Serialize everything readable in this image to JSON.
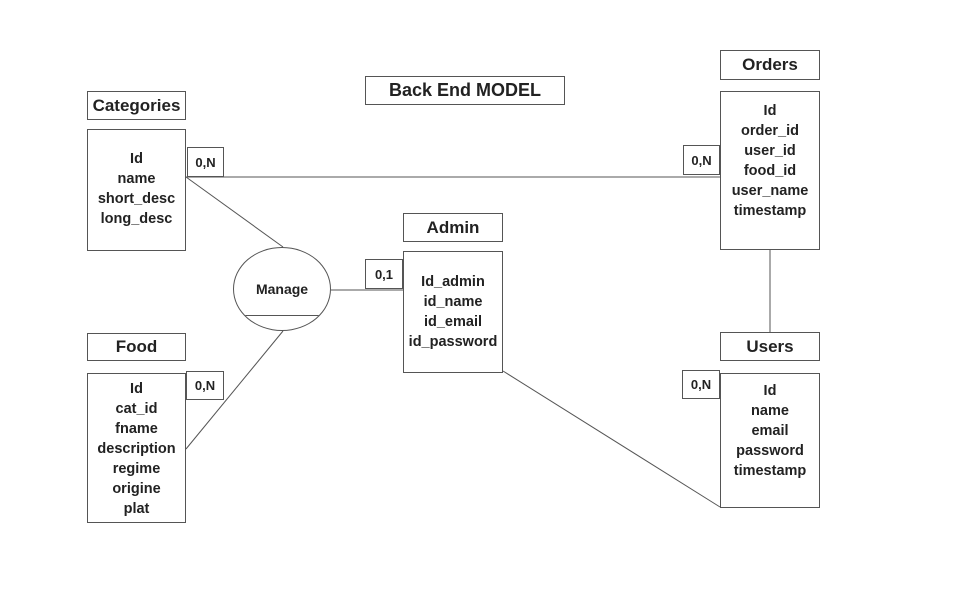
{
  "title": "Back End MODEL",
  "relationship": {
    "label": "Manage"
  },
  "entities": {
    "categories": {
      "name": "Categories",
      "attributes": [
        "Id",
        "name",
        "short_desc",
        "long_desc"
      ]
    },
    "food": {
      "name": "Food",
      "attributes": [
        "Id",
        "cat_id",
        "fname",
        "description",
        "regime",
        "origine",
        "plat"
      ]
    },
    "admin": {
      "name": "Admin",
      "attributes": [
        "Id_admin",
        "id_name",
        "id_email",
        "id_password"
      ]
    },
    "orders": {
      "name": "Orders",
      "attributes": [
        "Id",
        "order_id",
        "user_id",
        "food_id",
        "user_name",
        "timestamp"
      ]
    },
    "users": {
      "name": "Users",
      "attributes": [
        "Id",
        "name",
        "email",
        "password",
        "timestamp"
      ]
    }
  },
  "cardinalities": {
    "categories_orders_left": "0,N",
    "categories_orders_right": "0,N",
    "food_manage": "0,N",
    "admin_manage": "0,1",
    "users": "0,N"
  }
}
